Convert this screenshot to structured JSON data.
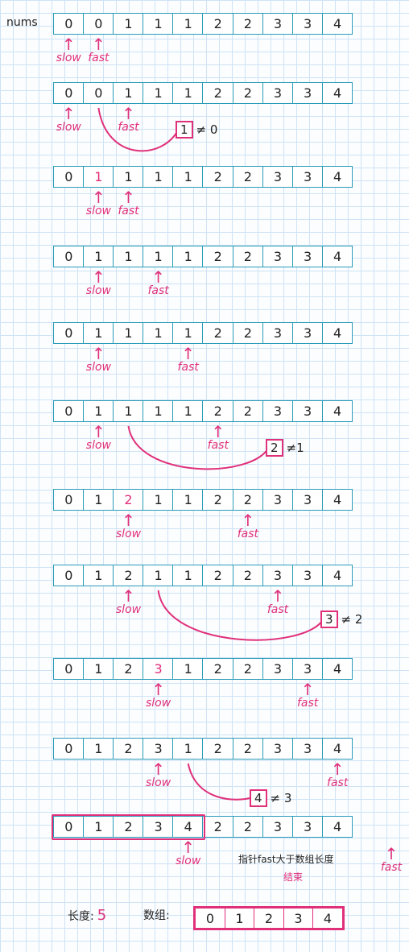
{
  "label": "nums",
  "pointer_labels": {
    "slow": "slow",
    "fast": "fast"
  },
  "arrow_glyph": "↑",
  "rows": [
    {
      "values": [
        "0",
        "0",
        "1",
        "1",
        "1",
        "2",
        "2",
        "3",
        "3",
        "4"
      ],
      "changed": -1,
      "slow": 0,
      "fast": 1
    },
    {
      "values": [
        "0",
        "0",
        "1",
        "1",
        "1",
        "2",
        "2",
        "3",
        "3",
        "4"
      ],
      "changed": -1,
      "slow": 0,
      "fast": 2,
      "note": {
        "num": "1",
        "text": "≠ 0"
      }
    },
    {
      "values": [
        "0",
        "1",
        "1",
        "1",
        "1",
        "2",
        "2",
        "3",
        "3",
        "4"
      ],
      "changed": 1,
      "slow": 1,
      "fast": 2
    },
    {
      "values": [
        "0",
        "1",
        "1",
        "1",
        "1",
        "2",
        "2",
        "3",
        "3",
        "4"
      ],
      "changed": -1,
      "slow": 1,
      "fast": 3
    },
    {
      "values": [
        "0",
        "1",
        "1",
        "1",
        "1",
        "2",
        "2",
        "3",
        "3",
        "4"
      ],
      "changed": -1,
      "slow": 1,
      "fast": 4
    },
    {
      "values": [
        "0",
        "1",
        "1",
        "1",
        "1",
        "2",
        "2",
        "3",
        "3",
        "4"
      ],
      "changed": -1,
      "slow": 1,
      "fast": 5,
      "note": {
        "num": "2",
        "text": "≠1"
      }
    },
    {
      "values": [
        "0",
        "1",
        "2",
        "1",
        "1",
        "2",
        "2",
        "3",
        "3",
        "4"
      ],
      "changed": 2,
      "slow": 2,
      "fast": 6
    },
    {
      "values": [
        "0",
        "1",
        "2",
        "1",
        "1",
        "2",
        "2",
        "3",
        "3",
        "4"
      ],
      "changed": -1,
      "slow": 2,
      "fast": 7,
      "note": {
        "num": "3",
        "text": "≠ 2"
      }
    },
    {
      "values": [
        "0",
        "1",
        "2",
        "3",
        "1",
        "2",
        "2",
        "3",
        "3",
        "4"
      ],
      "changed": 3,
      "slow": 3,
      "fast": 8
    },
    {
      "values": [
        "0",
        "1",
        "2",
        "3",
        "1",
        "2",
        "2",
        "3",
        "3",
        "4"
      ],
      "changed": -1,
      "slow": 3,
      "fast": 9,
      "note": {
        "num": "4",
        "text": "≠ 3"
      }
    },
    {
      "values": [
        "0",
        "1",
        "2",
        "3",
        "4",
        "2",
        "2",
        "3",
        "3",
        "4"
      ],
      "changed": -1,
      "slow": 4,
      "fast": 10,
      "highlight": 5
    }
  ],
  "end_note": {
    "line1": "指针fast大于数组长度",
    "line2": "结束"
  },
  "result": {
    "length_label": "长度:",
    "length_value": "5",
    "array_label": "数组:",
    "array": [
      "0",
      "1",
      "2",
      "3",
      "4"
    ]
  },
  "colors": {
    "accent": "#e0307a",
    "cell_border": "#2a9bb8",
    "grid": "#cfe3f5"
  }
}
